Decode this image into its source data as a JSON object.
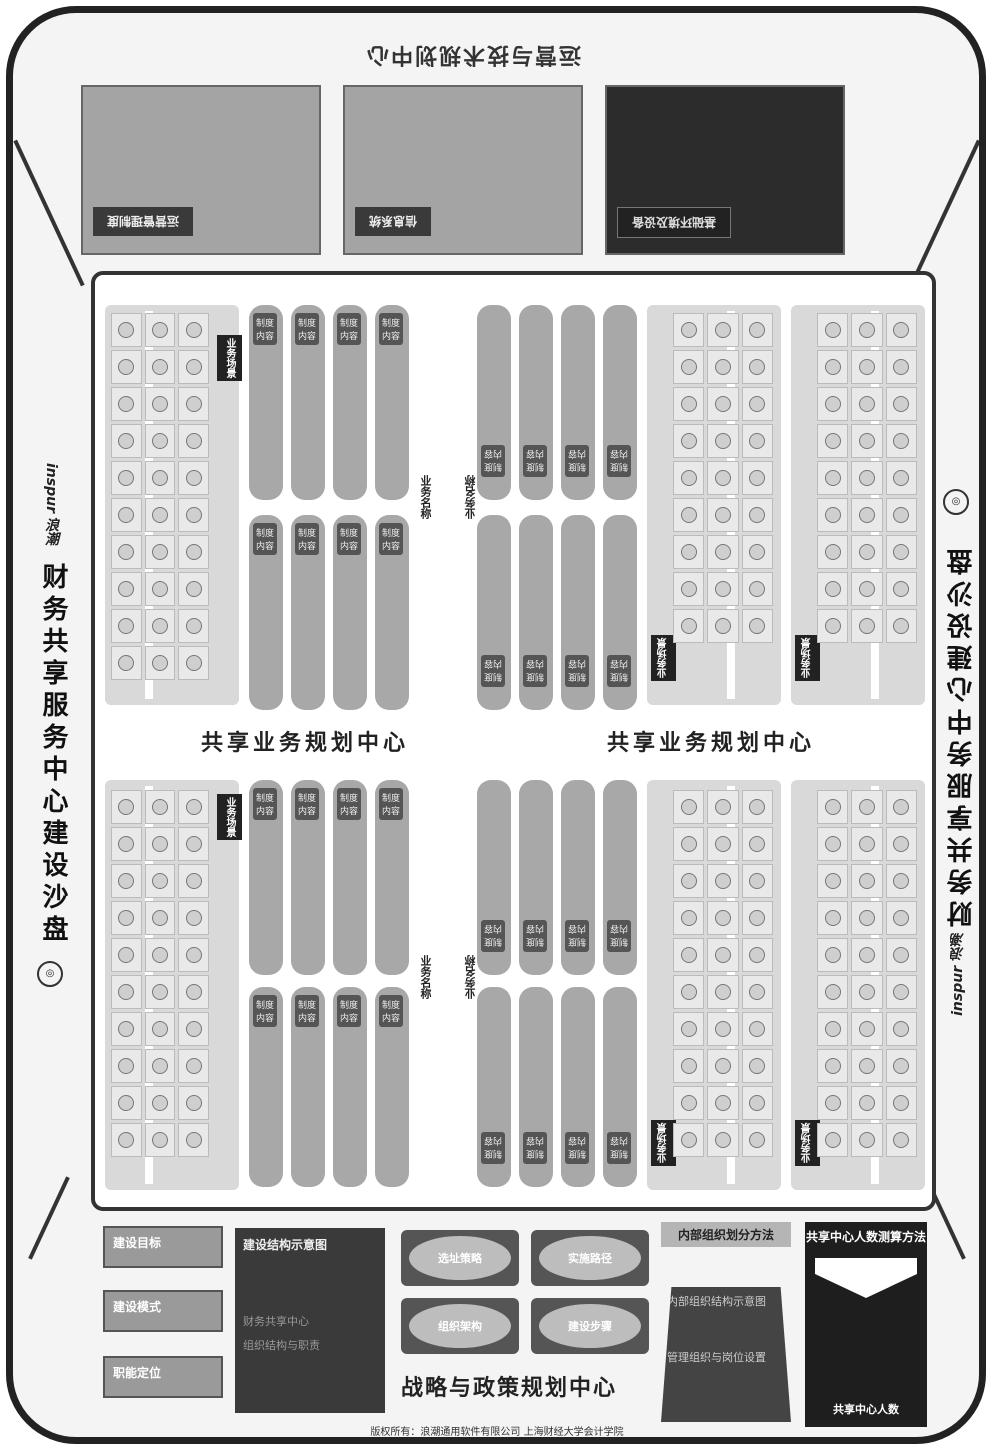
{
  "top": {
    "title": "运营与技术规划中心",
    "cards": [
      "运营管理制度",
      "信息系统",
      "基础环境及设备"
    ]
  },
  "side_titles": {
    "left": "财务共享服务中心建设沙盘",
    "right": "财务共享服务中心建设沙盘"
  },
  "logo": {
    "text": "inspur 浪潮"
  },
  "region_title": "共享业务规划中心",
  "labels": {
    "biz_name": "业务名称",
    "col_label": "制度内容",
    "scene": "业务场景"
  },
  "bottom": {
    "steps": [
      "建设目标",
      "建设模式",
      "职能定位"
    ],
    "structure": {
      "title": "建设结构示意图",
      "line1": "财务共享中心",
      "line2": "组织结构与职责"
    },
    "ovals": [
      "选址策略",
      "实施路径",
      "组织架构",
      "建设步骤"
    ],
    "strategy_title": "战略与政策规划中心",
    "org": {
      "title": "内部组织划分方法",
      "body1": "内部组织结构示意图",
      "body2": "管理组织与岗位设置"
    },
    "count": {
      "title": "共享中心人数测算方法",
      "footer": "共享中心人数"
    }
  },
  "footer": "版权所有：浪潮通用软件有限公司 上海财经大学会计学院"
}
